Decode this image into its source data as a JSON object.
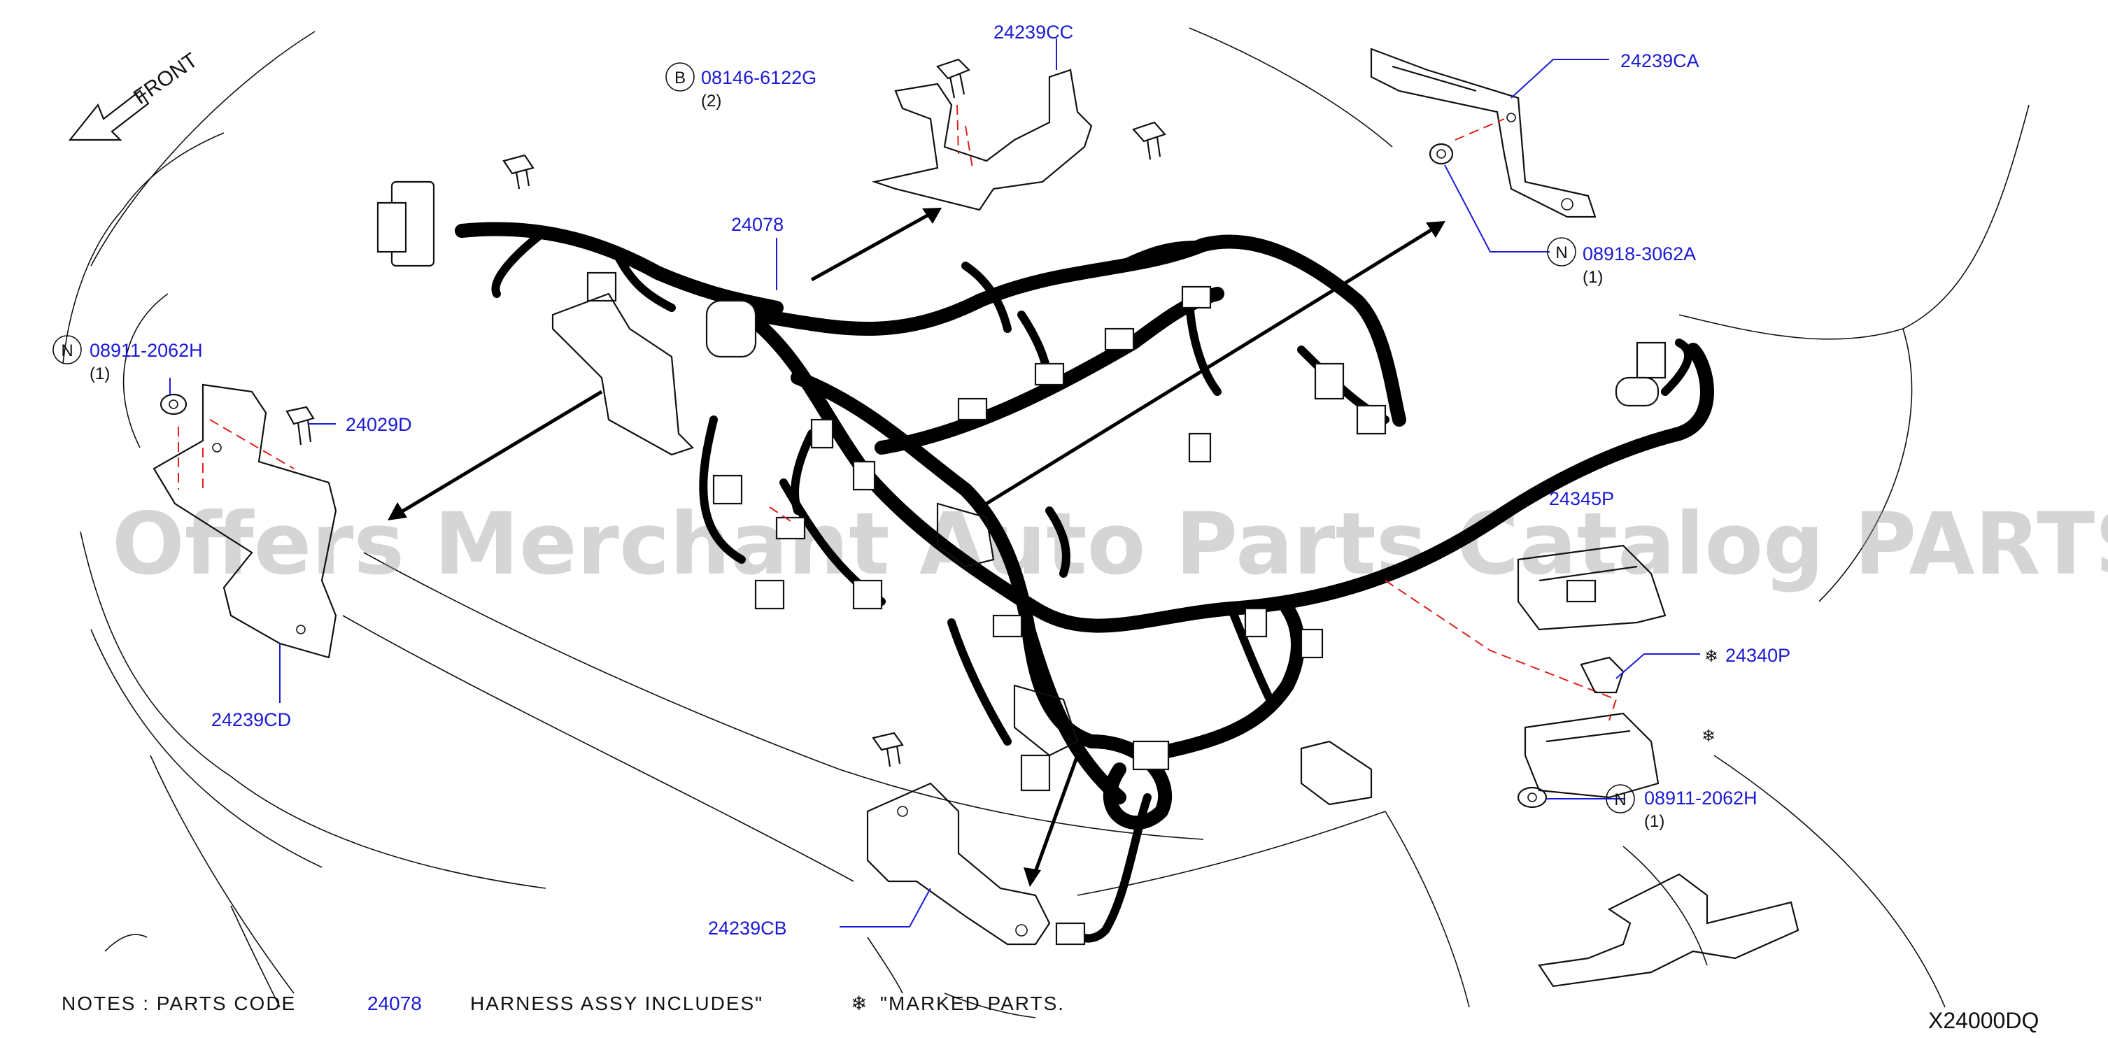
{
  "direction": {
    "label": "FRONT",
    "icon": "front-arrow-icon"
  },
  "watermark": "Offers Merchant Auto Parts Catalog PARTSTORE.SA",
  "callouts": {
    "bolt_b": {
      "symbol": "B",
      "part": "08146-6122G",
      "qty": "(2)"
    },
    "bracket_cc": {
      "part": "24239CC"
    },
    "bracket_ca": {
      "part": "24239CA"
    },
    "nut_n_top": {
      "symbol": "N",
      "part": "08918-3062A",
      "qty": "(1)"
    },
    "harness": {
      "part": "24078"
    },
    "nut_n_left": {
      "symbol": "N",
      "part": "08911-2062H",
      "qty": "(1)"
    },
    "clip": {
      "part": "24029D"
    },
    "bracket_cd": {
      "part": "24239CD"
    },
    "fusible_link": {
      "part": "24345P"
    },
    "holder": {
      "marker": "❄",
      "part": "24340P"
    },
    "marker_only": {
      "marker": "❄"
    },
    "nut_n_right": {
      "symbol": "N",
      "part": "08911-2062H",
      "qty": "(1)"
    },
    "bracket_cb": {
      "part": "24239CB"
    }
  },
  "notes": {
    "prefix": "NOTES  :  PARTS  CODE",
    "code": "24078",
    "mid": "HARNESS  ASSY  INCLUDES\"",
    "marker": "❄",
    "suffix": "\"MARKED  PARTS."
  },
  "diagram_code": "X24000DQ",
  "colors": {
    "label_blue": "#1a1ad6",
    "leader_red": "#e0201b",
    "line_black": "#111111"
  }
}
